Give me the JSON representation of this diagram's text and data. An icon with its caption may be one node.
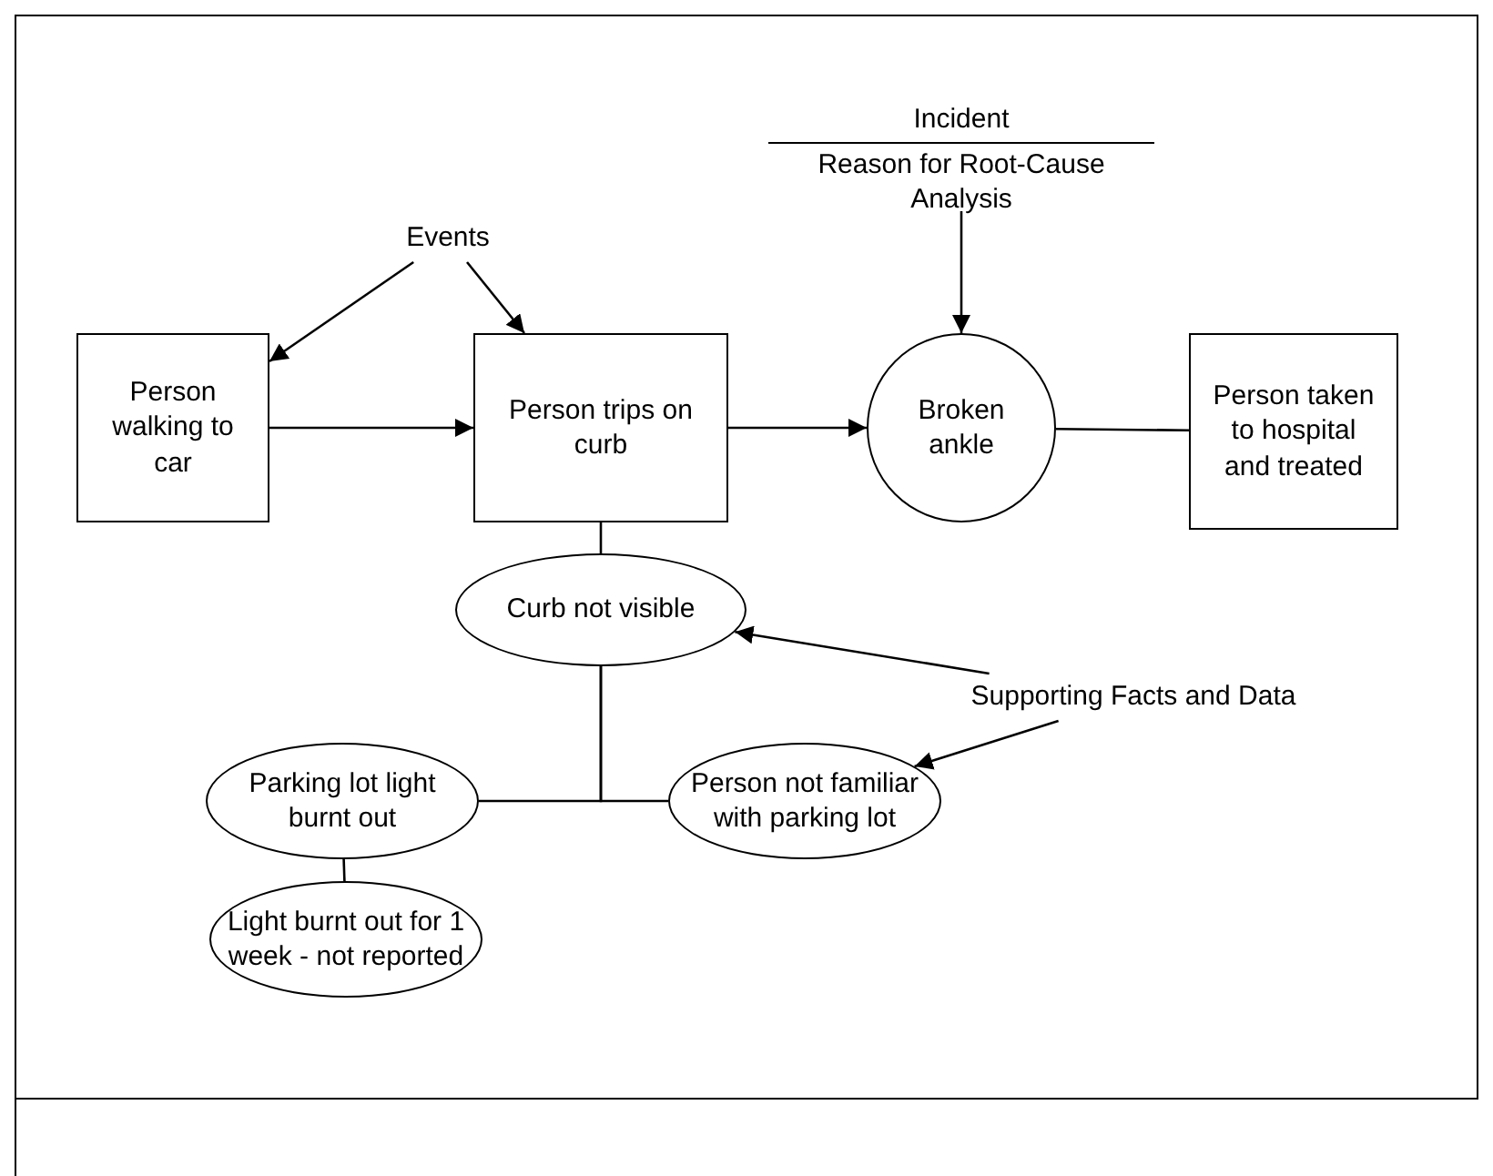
{
  "diagram": {
    "nodes": [
      {
        "text": [
          "Incident",
          "Reason for Root-Cause Analysis"
        ]
      },
      {
        "text": [
          "Events"
        ]
      },
      {
        "text": [
          "Person walking to car"
        ]
      },
      {
        "text": [
          "Person trips on curb"
        ]
      },
      {
        "text": [
          "Broken ankle"
        ]
      },
      {
        "text": [
          "Person taken to hospital and treated"
        ]
      },
      {
        "text": [
          "Curb not visible"
        ]
      },
      {
        "text": [
          "Supporting Facts and Data"
        ]
      },
      {
        "text": [
          "Parking lot light burnt out"
        ]
      },
      {
        "text": [
          "Person not familiar with parking lot"
        ]
      },
      {
        "text": [
          "Light burnt out for 1 week - not reported"
        ]
      }
    ],
    "edges": [
      {
        "from": 0,
        "to": 4,
        "arrow": "to"
      },
      {
        "from": 1,
        "to": 2,
        "arrow": "to"
      },
      {
        "from": 1,
        "to": 3,
        "arrow": "to"
      },
      {
        "from": 2,
        "to": 3,
        "arrow": "to"
      },
      {
        "from": 3,
        "to": 4,
        "arrow": "to"
      },
      {
        "from": 4,
        "to": 5,
        "arrow": "none"
      },
      {
        "from": 3,
        "to": 6,
        "arrow": "none"
      },
      {
        "from": 6,
        "to": 8,
        "arrow": "none"
      },
      {
        "from": 6,
        "to": 9,
        "arrow": "none"
      },
      {
        "from": 8,
        "to": 10,
        "arrow": "none"
      },
      {
        "from": 7,
        "to": 6,
        "arrow": "to"
      },
      {
        "from": 7,
        "to": 9,
        "arrow": "to"
      }
    ]
  }
}
